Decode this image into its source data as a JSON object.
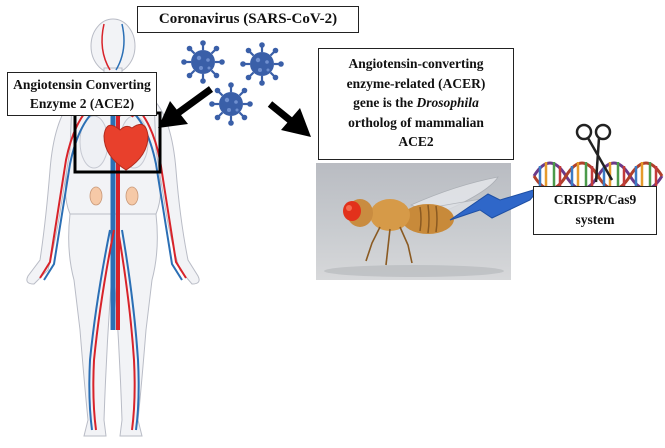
{
  "title": "Coronavirus (SARS-CoV-2)",
  "ace2_label": [
    "Angiotensin Converting",
    "Enzyme 2 (ACE2)"
  ],
  "acer_label": {
    "line1": "Angiotensin-converting",
    "line2": "enzyme-related (ACER)",
    "line3_pre": "gene is the ",
    "line3_italic": "Drosophila",
    "line4": "ortholog of mammalian",
    "line5": "ACE2"
  },
  "crispr_label": [
    "CRISPR/Cas9",
    "system"
  ],
  "colors": {
    "virus": "#3a5fa8",
    "lightning": "#2f67c9",
    "highlight_box": "#000000",
    "heart": "#e8402c",
    "artery": "#d8232a",
    "vein": "#2b6fb5"
  },
  "icons": [
    "virus-icon",
    "human-body-icon",
    "fly-photo",
    "dna-scissors-icon",
    "lightning-bolt-icon"
  ]
}
